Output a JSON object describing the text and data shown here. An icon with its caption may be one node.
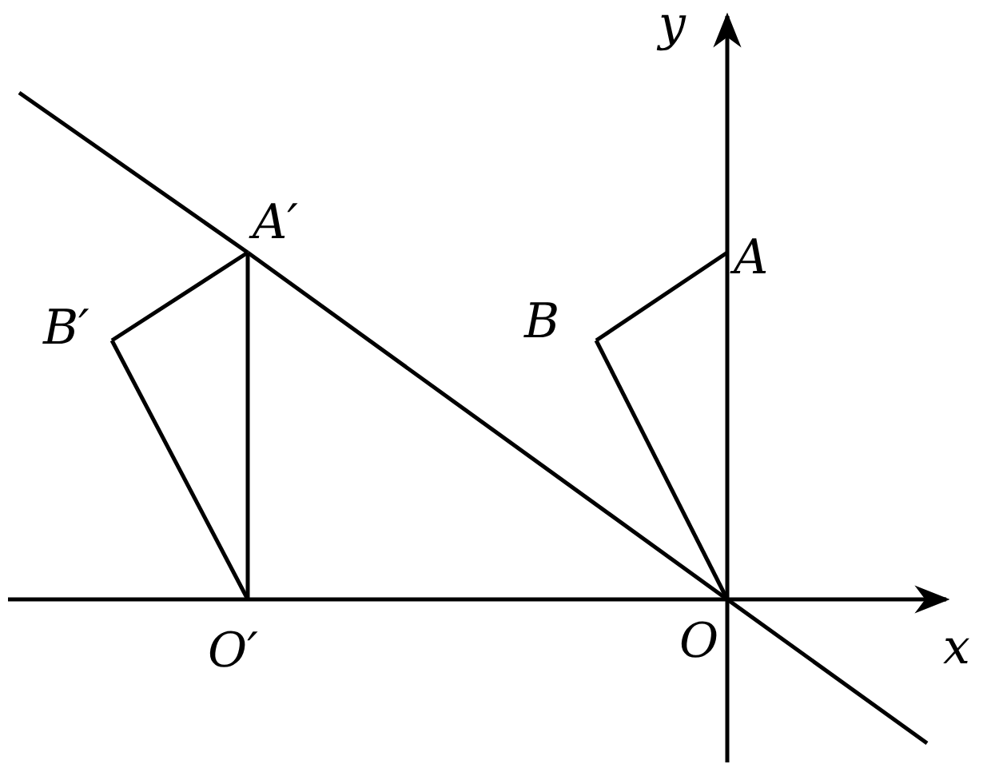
{
  "diagram": {
    "nodes": [
      {
        "text": [
          "A′"
        ]
      },
      {
        "text": [
          "B′"
        ]
      },
      {
        "text": [
          "O′"
        ]
      },
      {
        "text": [
          "B"
        ]
      },
      {
        "text": [
          "A"
        ]
      },
      {
        "text": [
          "O"
        ]
      }
    ],
    "edges": [
      {
        "from": 0,
        "to": 1,
        "arrow": "none"
      },
      {
        "from": 1,
        "to": 2,
        "arrow": "none"
      },
      {
        "from": 2,
        "to": 0,
        "arrow": "none"
      },
      {
        "from": 4,
        "to": 3,
        "arrow": "none"
      },
      {
        "from": 3,
        "to": 5,
        "arrow": "none"
      },
      {
        "from": 0,
        "to": 5,
        "arrow": "none"
      }
    ],
    "labels": [
      "y",
      "x"
    ]
  }
}
